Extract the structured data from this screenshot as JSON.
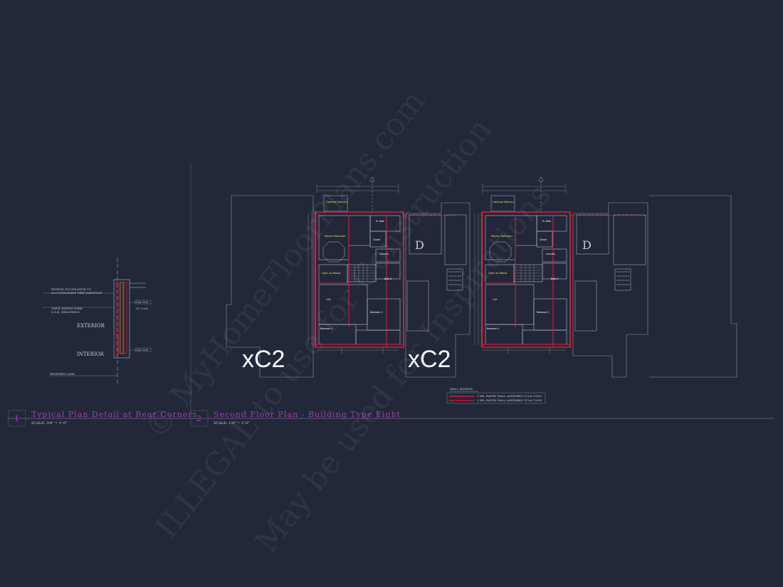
{
  "drawing": {
    "detail_1": {
      "number": "1",
      "title": "Typical Plan Detail at Rear Corners",
      "scale": "SCALE: 3/4\" = 1'-0\"",
      "notes": [
        "EXTEND FOUNDATION TO",
        "ACCOMMODATE FIRE PARTITION",
        "VINYL SIDING OVER",
        "O.S.B. SHEATHING",
        "PROPERTY LINE"
      ],
      "exterior_label": "EXTERIOR",
      "interior_label": "INTERIOR",
      "tags": [
        "UL# U305",
        "1/2\" O.S.B.",
        "UL# U305"
      ]
    },
    "detail_2": {
      "number": "2",
      "title": "Second Floor Plan - Building Type Eight",
      "scale": "SCALE: 1/8\" = 1'-0\""
    },
    "unit_labels": [
      "xC2",
      "xC2"
    ],
    "garage_labels": [
      "D",
      "D"
    ],
    "rooms": {
      "balcony": "Optional Balcony",
      "master": "Master Bedroom",
      "bath": "M. Bath",
      "closet": "Closet",
      "laundry": "Laundry",
      "open": "Open to Below",
      "loft": "Loft",
      "bath2": "Bath 2",
      "bed2": "Bedroom 2",
      "bed3": "Bedroom 3"
    },
    "wall_legend": {
      "title": "WALL LEGEND",
      "items": [
        "1 HR. RATED WALL ASSEMBLY (UL# U305)",
        "2 HR. RATED WALL ASSEMBLY (UL# U305)"
      ]
    },
    "watermarks": [
      "© MyHomeFloorPlans.com",
      "ILLEGAL to use for Construction",
      "May be used for Inspirations"
    ],
    "colors": {
      "background": "#222839",
      "line": "#b8bccb",
      "wall": "#e0203c",
      "title": "#a23bb4",
      "room_text": "#e4e05a"
    }
  }
}
